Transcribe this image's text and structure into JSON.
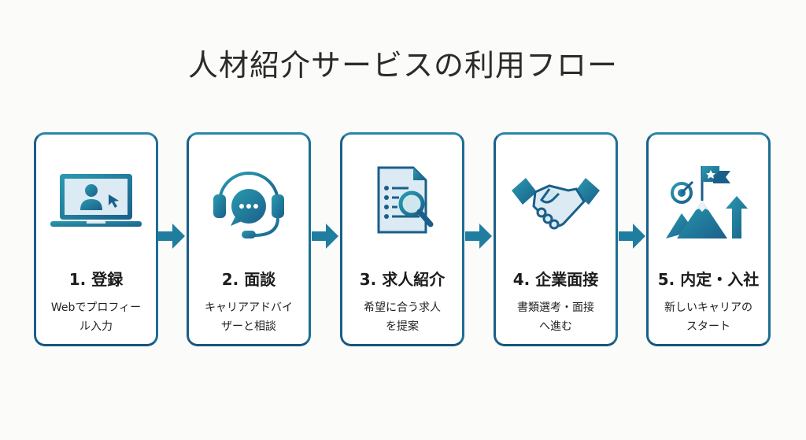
{
  "title": "人材紹介サービスの利用フロー",
  "colors": {
    "accent": "#1f6f94",
    "accent_light": "#2a9bb0",
    "icon_fill": "#dbeaf3"
  },
  "steps": [
    {
      "label": "1. 登録",
      "desc_line1": "Webでプロフィー",
      "desc_line2": "ル入力",
      "icon": "laptop-user-icon"
    },
    {
      "label": "2. 面談",
      "desc_line1": "キャリアアドバイ",
      "desc_line2": "ザーと相談",
      "icon": "headset-chat-icon"
    },
    {
      "label": "3. 求人紹介",
      "desc_line1": "希望に合う求人",
      "desc_line2": "を提案",
      "icon": "document-search-icon"
    },
    {
      "label": "4. 企業面接",
      "desc_line1": "書類選考・面接",
      "desc_line2": "へ進む",
      "icon": "handshake-icon"
    },
    {
      "label": "5. 内定・入社",
      "desc_line1": "新しいキャリアの",
      "desc_line2": "スタート",
      "icon": "mountain-flag-icon"
    }
  ]
}
